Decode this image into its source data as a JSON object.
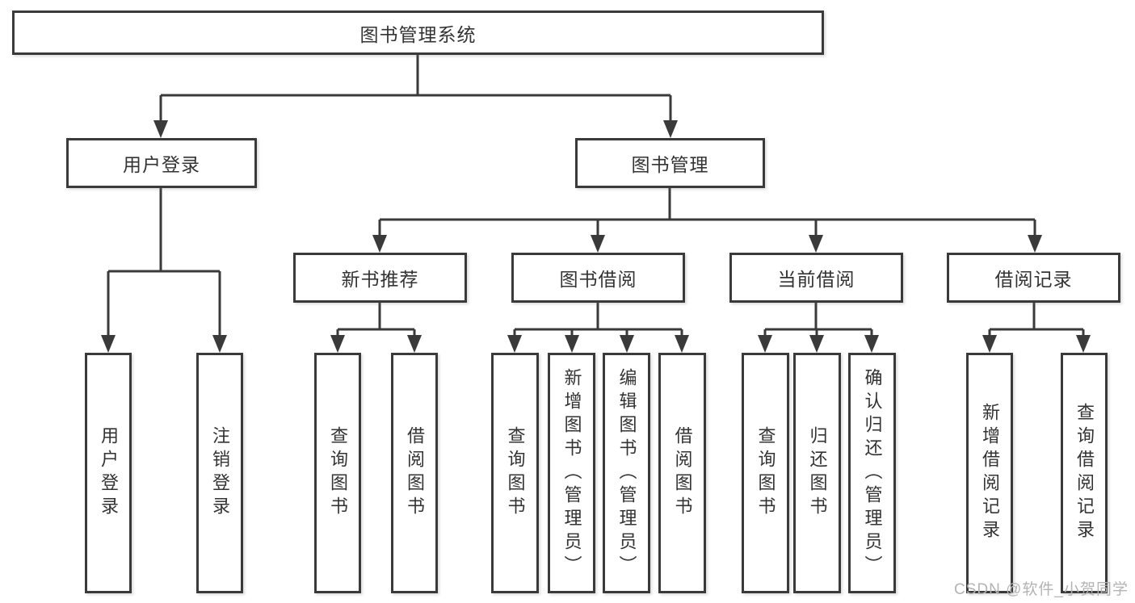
{
  "diagram": {
    "root": {
      "label": "图书管理系统"
    },
    "level2": [
      {
        "label": "用户登录"
      },
      {
        "label": "图书管理"
      }
    ],
    "level3": [
      {
        "label": "新书推荐"
      },
      {
        "label": "图书借阅"
      },
      {
        "label": "当前借阅"
      },
      {
        "label": "借阅记录"
      }
    ],
    "leaves": {
      "user_login": [
        "用户登录",
        "注销登录"
      ],
      "new_books": [
        "查询图书",
        "借阅图书"
      ],
      "borrow": [
        "查询图书",
        "新增图书（管理员）",
        "编辑图书（管理员）",
        "借阅图书"
      ],
      "current": [
        "查询图书",
        "归还图书",
        "确认归还（管理员）"
      ],
      "records": [
        "新增借阅记录",
        "查询借阅记录"
      ]
    }
  },
  "watermark": "CSDN @软件_小贺同学",
  "colors": {
    "line": "#3a3a3a",
    "text": "#333333",
    "watermark": "#b3b3b3",
    "background": "#ffffff"
  }
}
